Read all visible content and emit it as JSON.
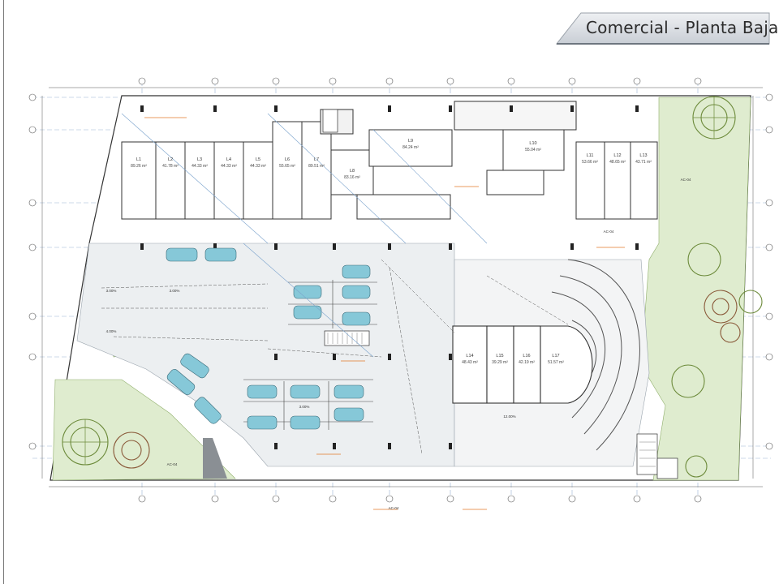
{
  "header": {
    "title": "Comercial - Planta Baja"
  },
  "colors": {
    "grass": "#dfeccf",
    "tree_green": "#6c8a3a",
    "tree_brown": "#8a5a3a",
    "car": "#7fc6d6",
    "outline": "#333333",
    "grid_blue": "#7ea6cc",
    "dim_orange": "#e07a2a",
    "tab_grey": "#d7dbe0"
  },
  "units": [
    {
      "id": "L1",
      "area": "89.26 m²"
    },
    {
      "id": "L2",
      "area": "41.78 m²"
    },
    {
      "id": "L3",
      "area": "44.33 m²"
    },
    {
      "id": "L4",
      "area": "44.33 m²"
    },
    {
      "id": "L5",
      "area": "44.33 m²"
    },
    {
      "id": "L6",
      "area": "55.65 m²"
    },
    {
      "id": "L7",
      "area": "89.51 m²"
    },
    {
      "id": "L8",
      "area": "83.16 m²"
    },
    {
      "id": "L9",
      "area": "84.24 m²"
    },
    {
      "id": "L10",
      "area": "55.04 m²"
    },
    {
      "id": "L11",
      "area": "53.66 m²"
    },
    {
      "id": "L12",
      "area": "48.65 m²"
    },
    {
      "id": "L13",
      "area": "43.71 m²"
    },
    {
      "id": "L14",
      "area": "48.43 m²"
    },
    {
      "id": "L15",
      "area": "39.29 m²"
    },
    {
      "id": "L16",
      "area": "42.19 m²"
    },
    {
      "id": "L17",
      "area": "51.57 m²"
    }
  ],
  "slopes": [
    "3.00%",
    "4.00%",
    "3.00%",
    "12.00%",
    "3.00%"
  ],
  "tags": [
    "AC-04",
    "AC-04",
    "AC-04",
    "AC-04"
  ]
}
